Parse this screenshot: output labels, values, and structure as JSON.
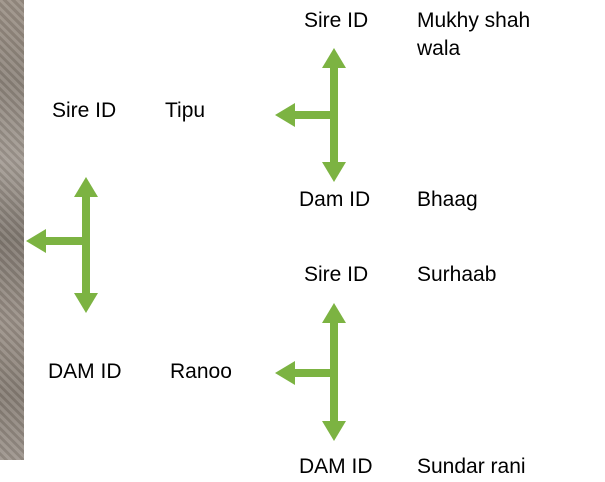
{
  "colors": {
    "arrow": "#7cb342",
    "photo": "#958c83"
  },
  "pedigree": {
    "root": {
      "sire": {
        "id_label": "Sire ID",
        "name": "Tipu"
      },
      "dam": {
        "id_label": "DAM ID",
        "name": "Ranoo"
      }
    },
    "sire_parents": {
      "sire": {
        "id_label": "Sire ID",
        "name": "Mukhy shah wala"
      },
      "dam": {
        "id_label": "Dam ID",
        "name": "Bhaag"
      }
    },
    "dam_parents": {
      "sire": {
        "id_label": "Sire ID",
        "name": "Surhaab"
      },
      "dam": {
        "id_label": "DAM ID",
        "name": "Sundar rani"
      }
    }
  }
}
